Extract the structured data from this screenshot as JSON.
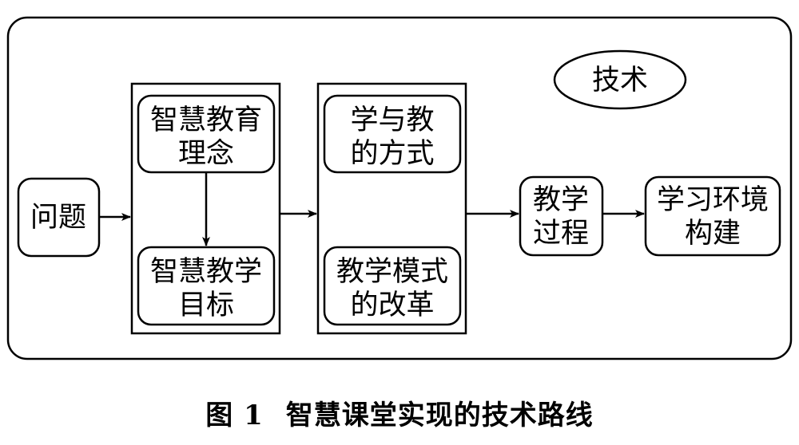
{
  "diagram": {
    "tech_label": "技术",
    "nodes": {
      "problem": [
        "问题"
      ],
      "concept": [
        "智慧教育",
        "理念"
      ],
      "goal": [
        "智慧教学",
        "目标"
      ],
      "learn_teach": [
        "学与教",
        "的方式"
      ],
      "model_reform": [
        "教学模式",
        "的改革"
      ],
      "process": [
        "教学",
        "过程"
      ],
      "environment": [
        "学习环境",
        "构建"
      ]
    }
  },
  "caption": {
    "figure_no": "图 1",
    "title": "智慧课堂实现的技术路线"
  }
}
